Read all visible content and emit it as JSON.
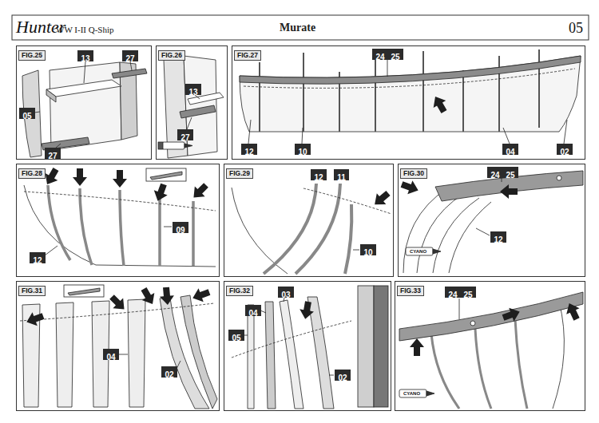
{
  "diagram": {
    "title": "Hunter",
    "nodes": [
      {
        "text": [
          "FIG.25"
        ]
      },
      {
        "text": [
          "13"
        ],
        "in": 0
      },
      {
        "text": [
          "27"
        ],
        "in": 0
      },
      {
        "text": [
          "05"
        ],
        "in": 0
      },
      {
        "text": [
          "27"
        ],
        "in": 0
      },
      {
        "text": [
          "FIG.26"
        ]
      },
      {
        "text": [
          "13"
        ],
        "in": 5
      },
      {
        "text": [
          "27"
        ],
        "in": 5
      },
      {
        "text": [
          "FIG.27"
        ]
      },
      {
        "text": [
          "24"
        ],
        "in": 8
      },
      {
        "text": [
          "25"
        ],
        "in": 8
      },
      {
        "text": [
          "12"
        ],
        "in": 8
      },
      {
        "text": [
          "10"
        ],
        "in": 8
      },
      {
        "text": [
          "04"
        ],
        "in": 8
      },
      {
        "text": [
          "02"
        ],
        "in": 8
      },
      {
        "text": [
          "FIG.28"
        ]
      },
      {
        "text": [
          "09"
        ],
        "in": 15
      },
      {
        "text": [
          "12"
        ],
        "in": 15
      },
      {
        "text": [
          "FIG.29"
        ]
      },
      {
        "text": [
          "12"
        ],
        "in": 18
      },
      {
        "text": [
          "11"
        ],
        "in": 18
      },
      {
        "text": [
          "10"
        ],
        "in": 18
      },
      {
        "text": [
          "FIG.30"
        ]
      },
      {
        "text": [
          "24"
        ],
        "in": 22
      },
      {
        "text": [
          "25"
        ],
        "in": 22
      },
      {
        "text": [
          "12"
        ],
        "in": 22
      },
      {
        "text": [
          "FIG.31"
        ]
      },
      {
        "text": [
          "04"
        ],
        "in": 26
      },
      {
        "text": [
          "02"
        ],
        "in": 26
      },
      {
        "text": [
          "FIG.32"
        ]
      },
      {
        "text": [
          "03"
        ],
        "in": 29
      },
      {
        "text": [
          "04"
        ],
        "in": 29
      },
      {
        "text": [
          "05"
        ],
        "in": 29
      },
      {
        "text": [
          "02"
        ],
        "in": 29
      },
      {
        "text": [
          "FIG.33"
        ]
      },
      {
        "text": [
          "24"
        ],
        "in": 34
      },
      {
        "text": [
          "25"
        ],
        "in": 34
      }
    ],
    "labels": [
      "WW I-II Q-Ship",
      "Murate",
      "05",
      "CYANO",
      "CYANO"
    ]
  }
}
